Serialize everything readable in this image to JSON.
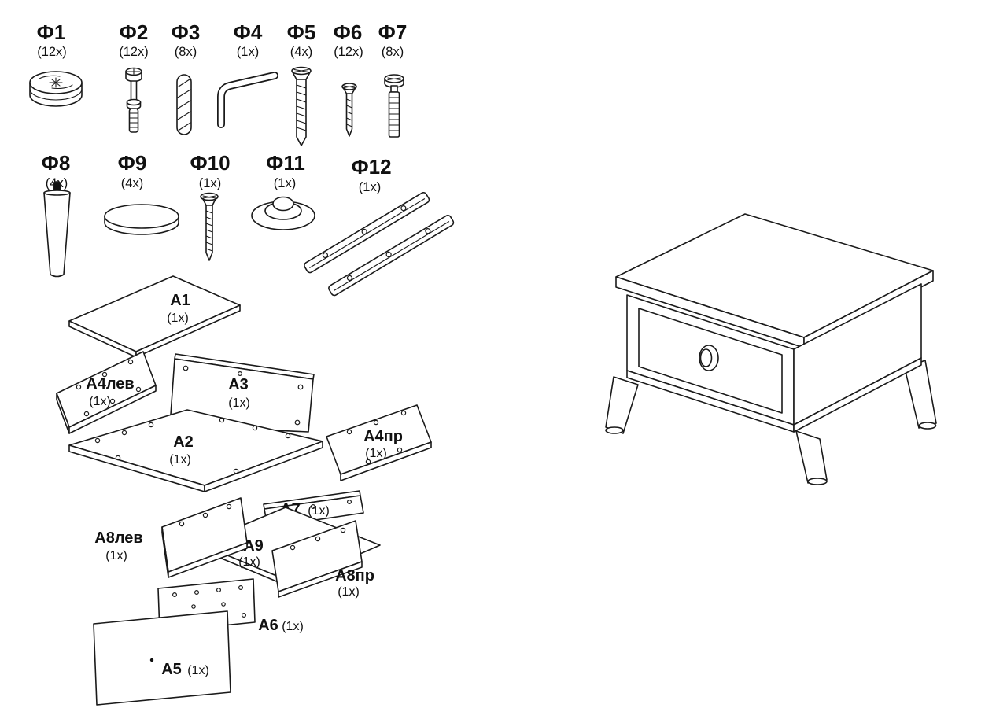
{
  "hardware": [
    {
      "id": "Ф1",
      "qty": "(12x)",
      "icon": "cam-lock"
    },
    {
      "id": "Ф2",
      "qty": "(12x)",
      "icon": "cam-bolt"
    },
    {
      "id": "Ф3",
      "qty": "(8x)",
      "icon": "wood-dowel"
    },
    {
      "id": "Ф4",
      "qty": "(1x)",
      "icon": "allen-key"
    },
    {
      "id": "Ф5",
      "qty": "(4x)",
      "icon": "screw-long"
    },
    {
      "id": "Ф6",
      "qty": "(12x)",
      "icon": "screw-short"
    },
    {
      "id": "Ф7",
      "qty": "(8x)",
      "icon": "connector-bolt"
    },
    {
      "id": "Ф8",
      "qty": "(4x)",
      "icon": "furniture-leg"
    },
    {
      "id": "Ф9",
      "qty": "(4x)",
      "icon": "round-pad"
    },
    {
      "id": "Ф10",
      "qty": "(1x)",
      "icon": "long-screw"
    },
    {
      "id": "Ф11",
      "qty": "(1x)",
      "icon": "knob"
    },
    {
      "id": "Ф12",
      "qty": "(1x)",
      "icon": "drawer-slides"
    }
  ],
  "panels": [
    {
      "id": "A1",
      "qty": "(1x)",
      "icon": "top-panel"
    },
    {
      "id": "А4лев",
      "qty": "(1x)",
      "icon": "side-panel-left"
    },
    {
      "id": "A3",
      "qty": "(1x)",
      "icon": "back-panel"
    },
    {
      "id": "A2",
      "qty": "(1x)",
      "icon": "bottom-panel"
    },
    {
      "id": "А4пр",
      "qty": "(1x)",
      "icon": "side-panel-right"
    },
    {
      "id": "A7",
      "qty": "(1x)",
      "icon": "drawer-back"
    },
    {
      "id": "А8лев",
      "qty": "(1x)",
      "icon": "drawer-side-left"
    },
    {
      "id": "A9",
      "qty": "(1x)",
      "icon": "drawer-bottom"
    },
    {
      "id": "А8пр",
      "qty": "(1x)",
      "icon": "drawer-side-right"
    },
    {
      "id": "A6",
      "qty": "(1x)",
      "icon": "drawer-front-inner"
    },
    {
      "id": "A5",
      "qty": "(1x)",
      "icon": "drawer-front"
    }
  ]
}
